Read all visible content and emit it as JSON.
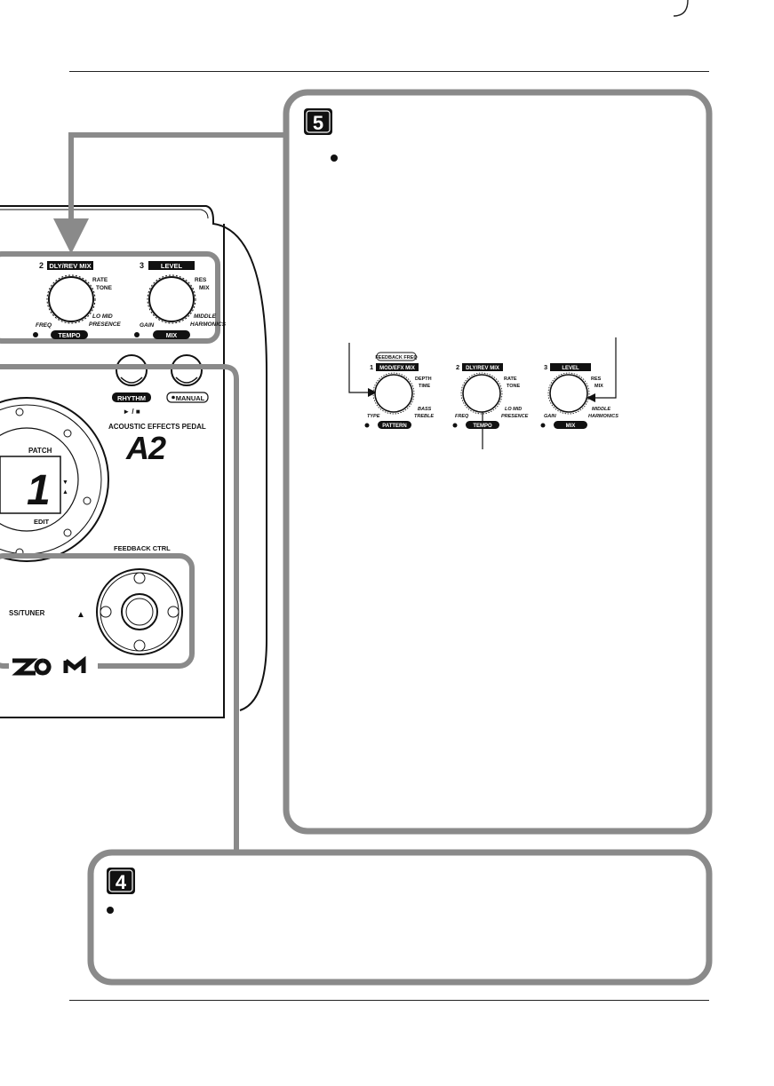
{
  "page": {
    "step5_number": "5",
    "step4_number": "4"
  },
  "device": {
    "top_panel": {
      "knob2": {
        "number": "2",
        "title": "DLY/REV MIX",
        "top_right": "RATE\nTONE",
        "bottom_left": "FREQ",
        "bottom_right": "LO MID\nPRESENCE",
        "sub": "TEMPO"
      },
      "knob3": {
        "number": "3",
        "title": "LEVEL",
        "top_right": "RES\nMIX",
        "bottom_left": "GAIN",
        "bottom_right": "MIDDLE\nHARMONICS",
        "sub": "MIX"
      }
    },
    "rhythm_label": "RHYTHM",
    "rhythm_sub": "► / ■",
    "manual_label": "MANUAL",
    "brand_line": "ACOUSTIC EFFECTS PEDAL",
    "model": "A2",
    "patch_label": "PATCH",
    "display_digit": "1",
    "edit_label": "EDIT",
    "feedback_ctrl_label": "FEEDBACK CTRL",
    "bypass_tuner_label": "SS/TUNER",
    "up_triangle": "▲"
  },
  "knob_row": {
    "knob1": {
      "number": "1",
      "above": "FEEDBACK FREQ",
      "title": "MOD/EFX MIX",
      "top_right": "DEPTH\nTIME",
      "bottom_left": "TYPE",
      "bottom_right": "BASS\nTREBLE",
      "sub": "PATTERN"
    },
    "knob2": {
      "number": "2",
      "title": "DLY/REV MIX",
      "top_right": "RATE\nTONE",
      "bottom_left": "FREQ",
      "bottom_right": "LO MID\nPRESENCE",
      "sub": "TEMPO"
    },
    "knob3": {
      "number": "3",
      "title": "LEVEL",
      "top_right": "RES\nMIX",
      "bottom_left": "GAIN",
      "bottom_right": "MIDDLE\nHARMONICS",
      "sub": "MIX"
    }
  },
  "colors": {
    "frame_gray": "#8a8a8a",
    "ink": "#111111"
  }
}
